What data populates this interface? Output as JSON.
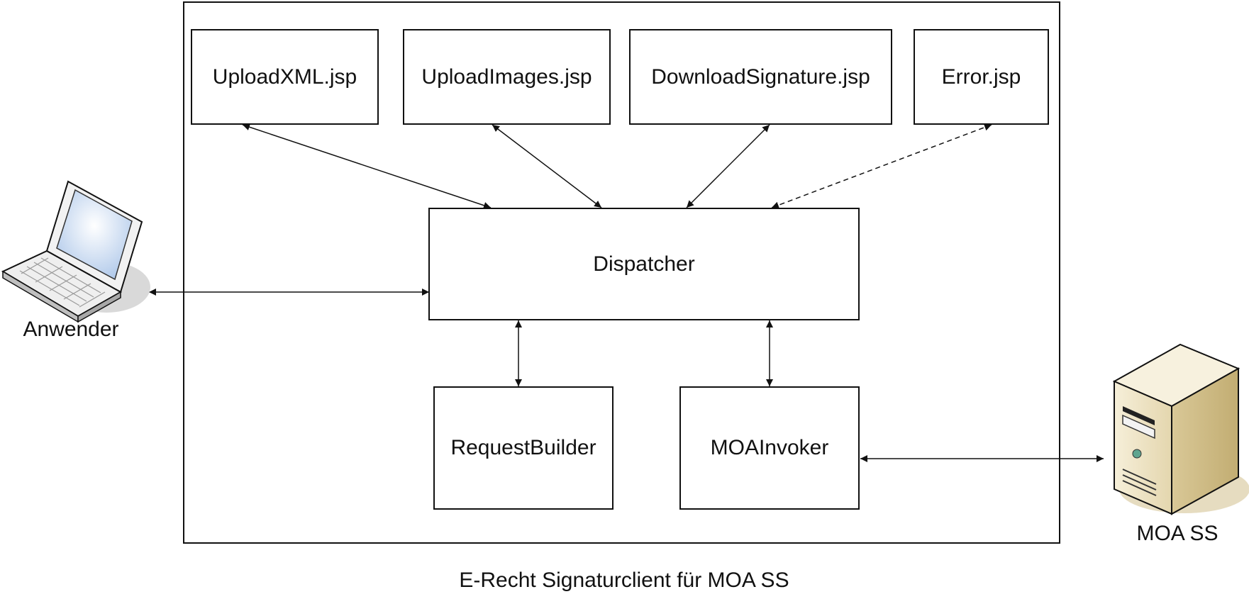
{
  "diagram": {
    "caption": "E-Recht Signaturclient für MOA SS",
    "components": {
      "upload_xml": "UploadXML.jsp",
      "upload_images": "UploadImages.jsp",
      "download_signature": "DownloadSignature.jsp",
      "error": "Error.jsp",
      "dispatcher": "Dispatcher",
      "request_builder": "RequestBuilder",
      "moa_invoker": "MOAInvoker"
    },
    "actors": {
      "user": "Anwender",
      "server": "MOA SS"
    },
    "icons": {
      "user": "laptop-icon",
      "server": "server-tower-icon"
    },
    "colors": {
      "line": "#111111",
      "screen": "#cfe0f5",
      "server_body": "#e9dcb8"
    }
  }
}
